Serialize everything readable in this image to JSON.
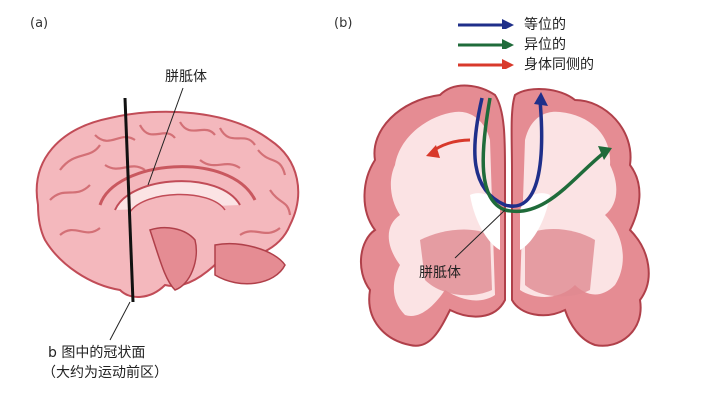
{
  "panel_a": {
    "label": "(a)",
    "corpus_callosum_label": "胼胝体",
    "coronal_plane_caption_line1": "b 图中的冠状面",
    "coronal_plane_caption_line2": "（大约为运动前区）"
  },
  "panel_b": {
    "label": "(b)",
    "corpus_callosum_label": "胼胝体",
    "legend": [
      {
        "label": "等位的",
        "color": "#1f2f8a"
      },
      {
        "label": "异位的",
        "color": "#1f6b3a"
      },
      {
        "label": "身体同侧的",
        "color": "#d8392b"
      }
    ]
  },
  "colors": {
    "brain_dark": "#c9585f",
    "brain_mid": "#e58c93",
    "brain_light": "#f7c9cc",
    "white_matter": "#fbe3e4",
    "outline": "#b0404a"
  }
}
